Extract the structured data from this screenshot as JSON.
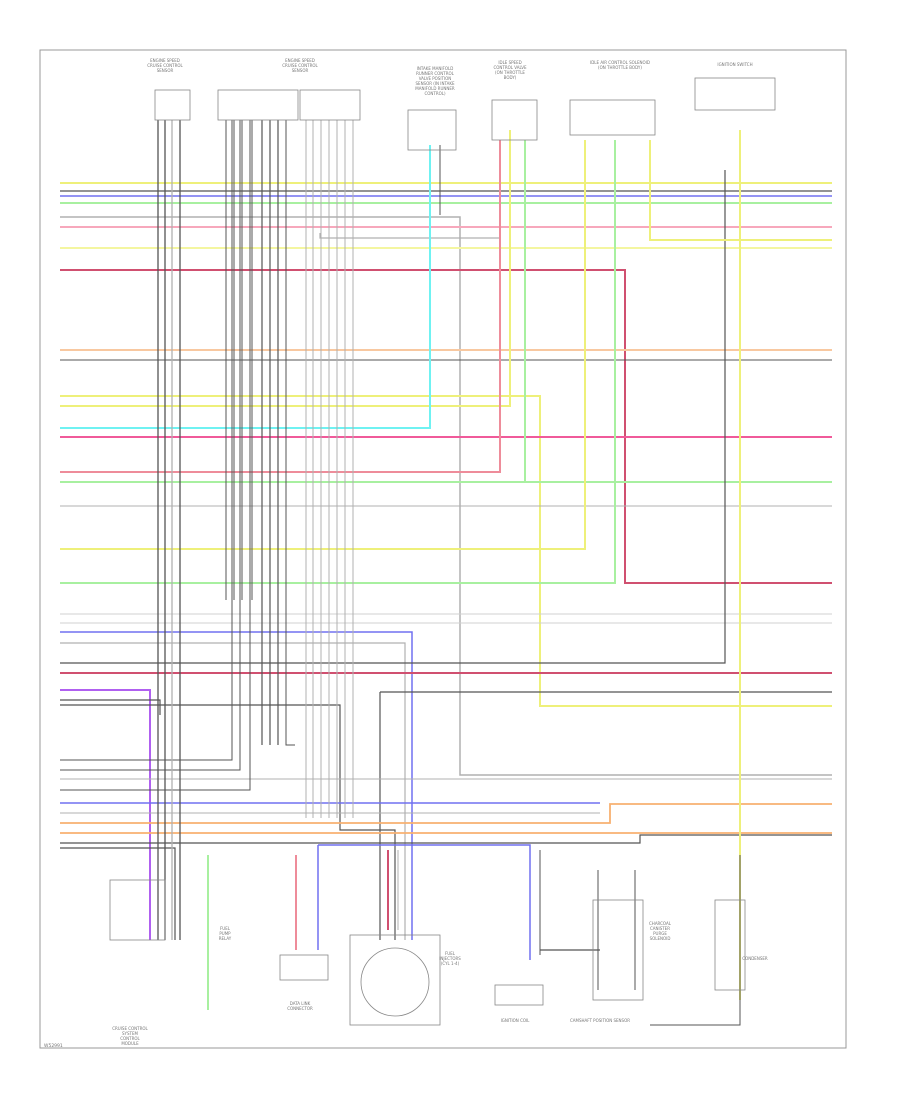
{
  "diagram": {
    "figure_id": "W52991",
    "top_components": [
      {
        "id": "c1",
        "lines": [
          "ENGINE SPEED",
          "CRUISE CONTROL",
          "SENSOR"
        ]
      },
      {
        "id": "c2",
        "lines": [
          "ENGINE SPEED",
          "CRUISE CONTROL",
          "SENSOR"
        ]
      },
      {
        "id": "c3",
        "lines": [
          "INTAKE MANIFOLD",
          "RUNNER CONTROL",
          "VALVE POSITION",
          "SENSOR (IN INTAKE",
          "MANIFOLD RUNNER",
          "CONTROL)"
        ]
      },
      {
        "id": "c4",
        "lines": [
          "IDLE SPEED",
          "CONTROL VALVE",
          "(ON THROTTLE",
          "BODY)"
        ]
      },
      {
        "id": "c5",
        "lines": [
          "IDLE AIR CONTROL SOLENOID",
          "(ON THROTTLE BODY)"
        ]
      },
      {
        "id": "c6",
        "lines": [
          "IGNITION SWITCH"
        ]
      }
    ],
    "bottom_components": [
      {
        "id": "b1",
        "lines": [
          "CRUISE CONTROL",
          "SYSTEM",
          "CONTROL",
          "MODULE"
        ]
      },
      {
        "id": "b2",
        "lines": [
          "FUEL",
          "PUMP",
          "RELAY"
        ]
      },
      {
        "id": "b3",
        "lines": [
          "DATA LINK",
          "CONNECTOR"
        ]
      },
      {
        "id": "b4",
        "lines": [
          "FUEL",
          "INJECTORS",
          "(CYL 1-4)"
        ]
      },
      {
        "id": "b5",
        "lines": [
          "IGNITION COIL"
        ]
      },
      {
        "id": "b6",
        "lines": [
          "CHARCOAL",
          "CANISTER",
          "PURGE",
          "SOLENOID"
        ]
      },
      {
        "id": "b7",
        "lines": [
          "CAMSHAFT POSITION SENSOR"
        ]
      },
      {
        "id": "b8",
        "lines": [
          "CONDENSER"
        ]
      }
    ]
  }
}
